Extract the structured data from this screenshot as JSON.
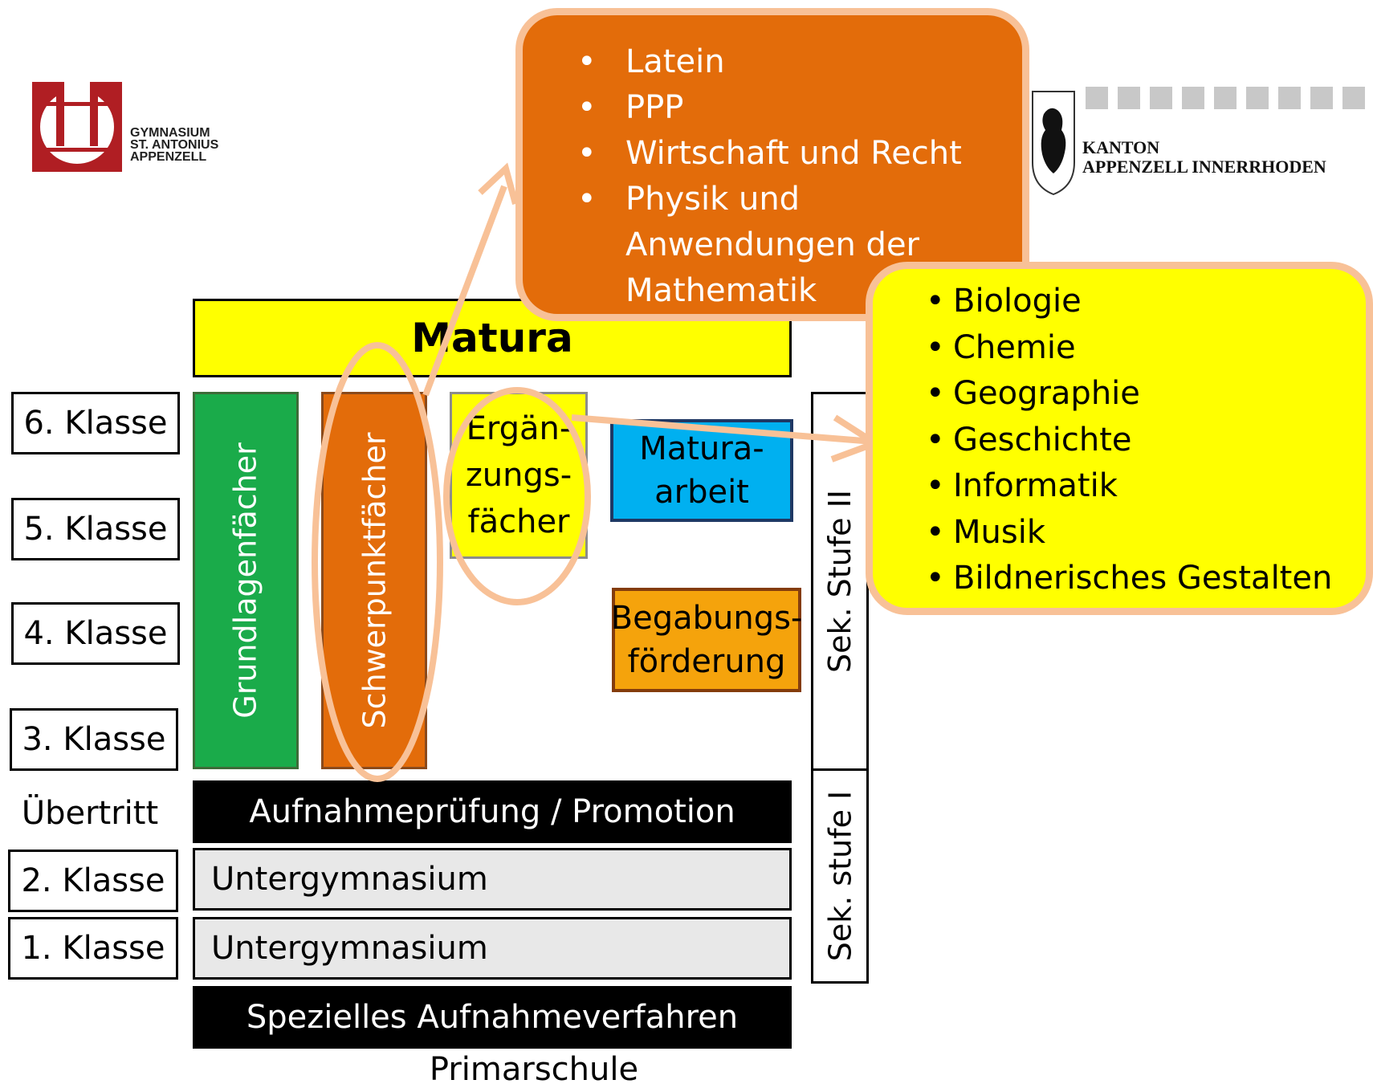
{
  "logos": {
    "gymnasium": {
      "lines": [
        "GYMNASIUM",
        "ST. ANTONIUS",
        "APPENZELL"
      ]
    },
    "kanton": {
      "lines": [
        "KANTON",
        "APPENZELL INNERRHODEN"
      ]
    }
  },
  "classes": [
    "6. Klasse",
    "5. Klasse",
    "4. Klasse",
    "3. Klasse",
    "Übertritt",
    "2. Klasse",
    "1. Klasse"
  ],
  "blocks": {
    "matura": "Matura",
    "grundlagen": "Grundlagenfächer",
    "schwerpunkt": "Schwerpunktfächer",
    "ergaenzung": [
      "Ergän-",
      "zungs-",
      "fächer"
    ],
    "maturaarbeit": [
      "Matura-",
      "arbeit"
    ],
    "begabung": [
      "Begabungs-",
      "förderung"
    ],
    "sek2": "Sek. Stufe II",
    "sek1": "Sek. stufe I",
    "aufnahme": "Aufnahmeprüfung / Promotion",
    "untergym_2": "Untergymnasium",
    "untergym_1": "Untergymnasium",
    "spezielles": "Spezielles Aufnahmeverfahren",
    "primarschule": "Primarschule"
  },
  "callout_schwerpunkt": [
    "Latein",
    "PPP",
    "Wirtschaft und Recht",
    "Physik und",
    "Anwendungen der",
    "Mathematik"
  ],
  "callout_ergaenzung": [
    "Biologie",
    "Chemie",
    "Geographie",
    "Geschichte",
    "Informatik",
    "Musik",
    "Bildnerisches Gestalten"
  ],
  "colors": {
    "matura": "#ffff00",
    "grundlagen": "#1aab4a",
    "schwerpunkt": "#e36c0a",
    "maturaarbeit": "#00b0f0",
    "begabung": "#f5a30c",
    "highlight": "#f8c197"
  }
}
